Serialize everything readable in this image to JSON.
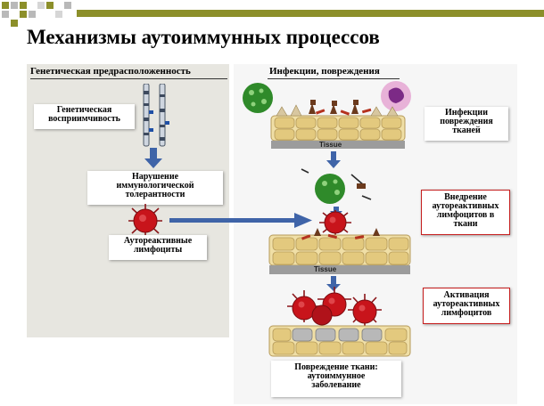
{
  "slide": {
    "title": "Механизмы аутоиммунных процессов"
  },
  "left_panel": {
    "header": "Генетическая предрасположенность",
    "genetic_susceptibility": [
      "Генетическая",
      "восприимчивость"
    ],
    "tolerance_disruption": [
      "Нарушение",
      "иммунологической",
      "толерантности"
    ],
    "autoreactive_lymphocytes": [
      "Аутореактивные",
      "лимфоциты"
    ]
  },
  "right_panel": {
    "header": "Инфекции, повреждения",
    "infections_damage": [
      "Инфекции",
      "повреждения",
      "тканей"
    ],
    "introduction": [
      "Внедрение",
      "аутореактивных",
      "лимфоцитов в",
      "ткани"
    ],
    "activation": [
      "Активация",
      "аутореактивных",
      "лимфоцитов"
    ],
    "outcome": [
      "Повреждение ткани:",
      "аутоиммунное",
      "заболевание"
    ],
    "tissue_label_1": "Tissue",
    "tissue_label_2": "Tissue"
  },
  "colors": {
    "accent_olive": "#8c8f2a",
    "arrow_blue": "#3f64a8",
    "cell_red": "#c8141b",
    "cell_green": "#2f8a2a",
    "box_border_red": "#c51d1d"
  }
}
